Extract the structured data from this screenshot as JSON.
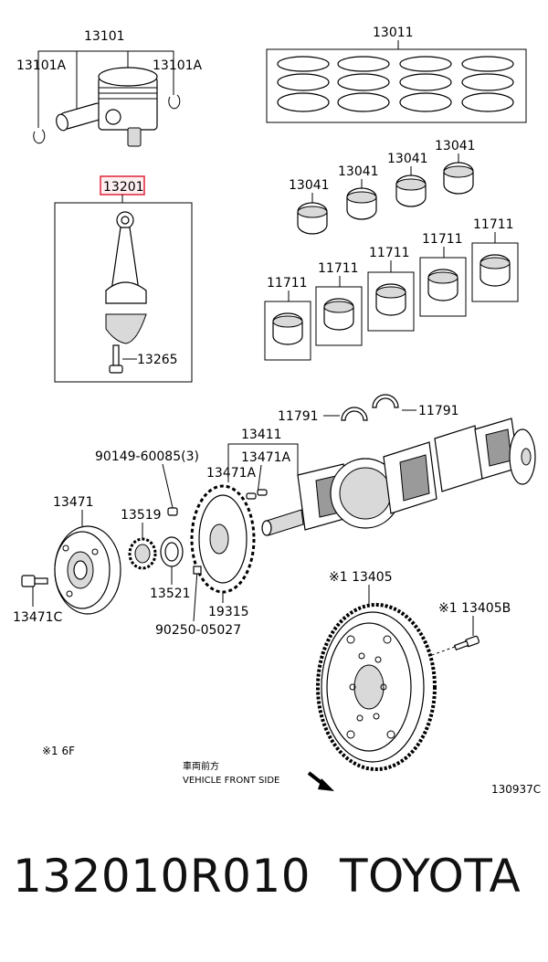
{
  "labels": {
    "p13101": "13101",
    "p13101A_left": "13101A",
    "p13101A_right": "13101A",
    "p13011": "13011",
    "p13201": "13201",
    "p13265": "13265",
    "p13041_a": "13041",
    "p13041_b": "13041",
    "p13041_c": "13041",
    "p13041_d": "13041",
    "p11711_a": "11711",
    "p11711_b": "11711",
    "p11711_c": "11711",
    "p11711_d": "11711",
    "p11711_e": "11711",
    "p11791_left": "11791",
    "p11791_right": "11791",
    "p90149": "90149-60085(3)",
    "p13411": "13411",
    "p13471A_a": "13471A",
    "p13471A_b": "13471A",
    "p13471": "13471",
    "p13519": "13519",
    "p13521": "13521",
    "p19315": "19315",
    "p90250": "90250-05027",
    "p13471C": "13471C",
    "p13405": "※1 13405",
    "p13405B": "※1 13405B",
    "footnote": "※1 6F",
    "front_jp": "車両前方",
    "front_en": "VEHICLE FRONT SIDE",
    "diagram_id": "130937C"
  },
  "highlight_color": "#e0223a",
  "caption": {
    "part_number": "132010R010",
    "brand": "TOYOTA"
  }
}
